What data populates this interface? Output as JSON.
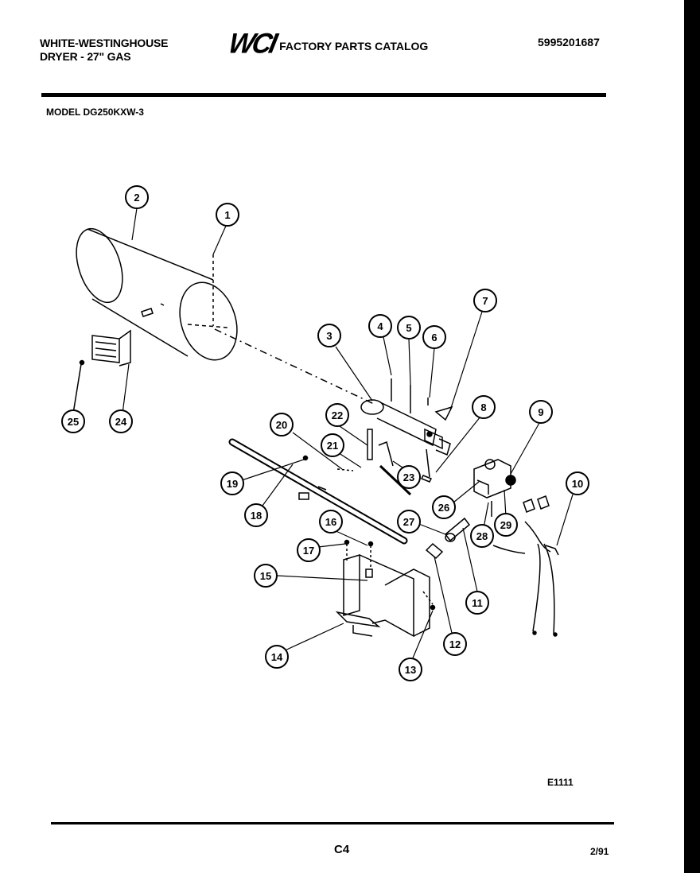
{
  "header": {
    "brand_line1": "WHITE-WESTINGHOUSE",
    "brand_line2": "DRYER - 27\" GAS",
    "logo": "WCI",
    "catalog_title": "FACTORY PARTS CATALOG",
    "doc_number": "5995201687",
    "model": "MODEL DG250KXW-3"
  },
  "footer": {
    "diagram_code": "E1111",
    "page": "C4",
    "date": "2/91"
  },
  "callouts": [
    "1",
    "2",
    "3",
    "4",
    "5",
    "6",
    "7",
    "8",
    "9",
    "10",
    "11",
    "12",
    "13",
    "14",
    "15",
    "16",
    "17",
    "18",
    "19",
    "20",
    "21",
    "22",
    "23",
    "24",
    "25",
    "26",
    "27",
    "28",
    "29"
  ]
}
